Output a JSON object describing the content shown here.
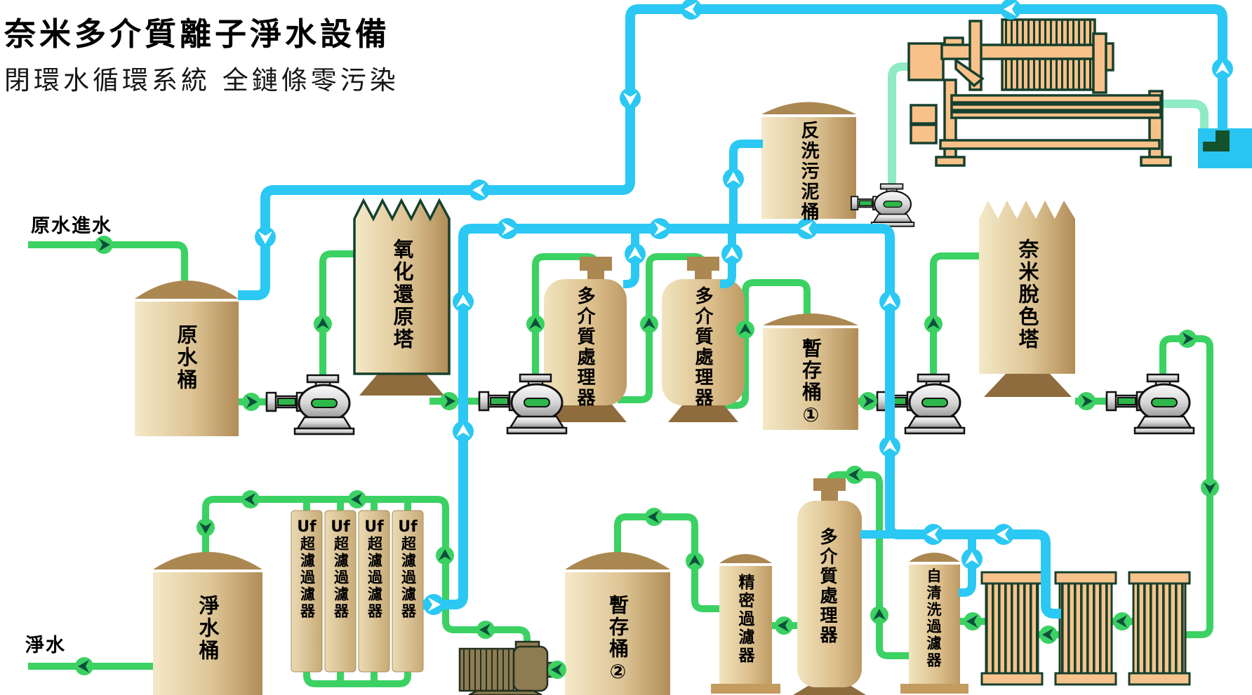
{
  "header": {
    "title": "奈米多介質離子淨水設備",
    "subtitle": "閉環水循環系統 全鏈條零污染"
  },
  "flow_labels": {
    "raw_inlet": "原水進水",
    "clean_water_outlet": "淨水"
  },
  "equipment": {
    "raw_water_tank": "原水桶",
    "redox_tower": "氧化還原塔",
    "media_processor_1": "多介質處理器",
    "media_processor_2": "多介質處理器",
    "buffer_tank_1": "暫存桶①",
    "backwash_sludge_tank": "反洗污泥桶",
    "nano_decolor_tower": "奈米脫色塔",
    "clean_water_tank": "淨水桶",
    "uf_prefix": "Uf",
    "uf_suffix": "超濾過濾器",
    "buffer_tank_2": "暫存桶②",
    "precision_filter": "精密過濾器",
    "media_processor_3": "多介質處理器",
    "self_clean_filter": "自清洗過濾器"
  },
  "icons": {
    "flow_arrow_green": "chevron-right in green circle",
    "flow_arrow_cyan": "white chevron in cyan circle"
  },
  "colors": {
    "pipe_green": "#3BD163",
    "pipe_cyan": "#2BC8F4",
    "pipe_mint": "#8FEBC6",
    "arrow_dark_green": "#0D4F3C",
    "vessel_tan": "#D9BD8A",
    "vessel_dome": "#AB8751",
    "outline_dark_green": "#16402E",
    "press_peach": "#F8C189",
    "pump_green": "#2EB84B",
    "collection_tank_cyan": "#29C5F2"
  }
}
